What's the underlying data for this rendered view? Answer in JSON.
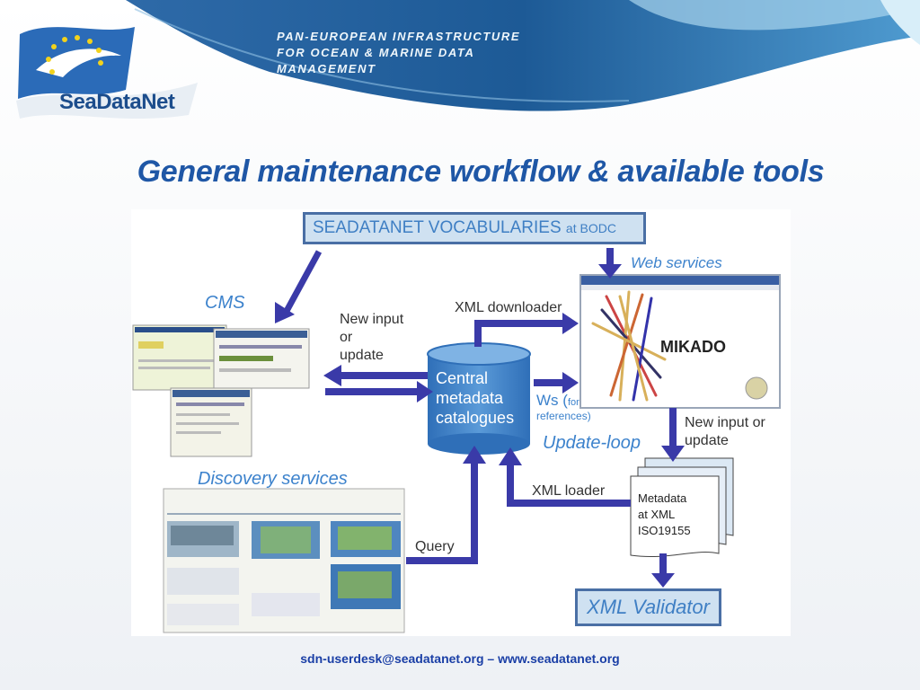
{
  "header": {
    "tagline": [
      "PAN-EUROPEAN INFRASTRUCTURE",
      "FOR OCEAN & MARINE DATA",
      "MANAGEMENT"
    ],
    "logo": "SeaDataNet"
  },
  "title": "General maintenance workflow & available tools",
  "diagram": {
    "vocab_main": "SEADATANET VOCABULARIES",
    "vocab_sub": "at BODC",
    "cms": "CMS",
    "new_input": [
      "New input",
      "or",
      "update"
    ],
    "xml_downloader": "XML downloader",
    "web_services": "Web services",
    "mikado": "MIKADO",
    "database": [
      "Central",
      "metadata",
      "catalogues"
    ],
    "ws_main": "Ws (",
    "ws_small": "for",
    "references": "references)",
    "update_loop": "Update-loop",
    "new_input_right": [
      "New input or",
      "update"
    ],
    "discovery": "Discovery services",
    "xml_loader": "XML loader",
    "metadata_doc": [
      "Metadata",
      "at XML",
      "ISO19155"
    ],
    "query": "Query",
    "validator": "XML Validator"
  },
  "footer": "sdn-userdesk@seadatanet.org – www.seadatanet.org",
  "colors": {
    "arrow": "#3a3aa8",
    "title": "#1f57a6",
    "db": "#3d7fc6",
    "label_blue": "#3c82cc"
  }
}
